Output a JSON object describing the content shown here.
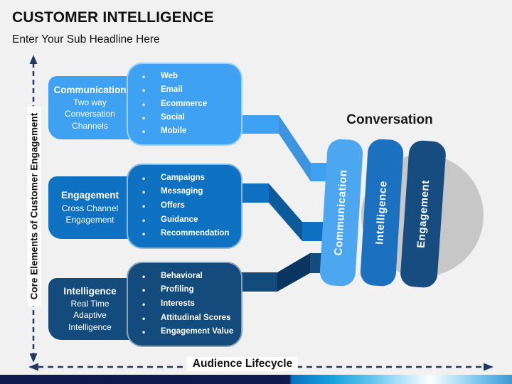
{
  "slide": {
    "title": "CUSTOMER INTELLIGENCE",
    "subtitle": "Enter Your Sub Headline Here"
  },
  "left_axis": {
    "label": "Core Elements of Customer Engagement"
  },
  "bottom_axis": {
    "label": "Audience Lifecycle"
  },
  "funnel": {
    "heading": "Conversation",
    "bars": [
      {
        "label": "Communication",
        "color": "#4CA7F0"
      },
      {
        "label": "Intelligence",
        "color": "#1B70BF"
      },
      {
        "label": "Engagement",
        "color": "#164C7F"
      }
    ],
    "circle_color": "#C7C7C7"
  },
  "groups": [
    {
      "name": "Communication",
      "desc": "Two way\nConversation\nChannels",
      "bullets": [
        "Web",
        "Email",
        "Ecommerce",
        "Social",
        "Mobile"
      ],
      "color": "#3FA1F1",
      "diag_color": "#3C93DE"
    },
    {
      "name": "Engagement",
      "desc": "Cross Channel\nEngagement",
      "bullets": [
        "Campaigns",
        "Messaging",
        "Offers",
        "Guidance",
        "Recommendation"
      ],
      "color": "#0E71C1",
      "diag_color": "#0B5A9B"
    },
    {
      "name": "Intelligence",
      "desc": "Real Time\nAdaptive\nIntelligence",
      "bullets": [
        "Behavioral",
        "Profiling",
        "Interests",
        "Attitudinal Scores",
        "Engagement Value"
      ],
      "color": "#134B7D",
      "diag_color": "#0A3560"
    }
  ],
  "colors": {
    "background": "#F1F1F2",
    "axis": "#1F3864",
    "bottom_bar_navy": "#111A4E"
  }
}
